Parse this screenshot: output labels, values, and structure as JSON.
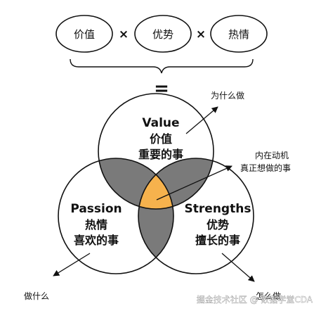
{
  "top_row": {
    "value": "价值",
    "strengths": "优势",
    "passion": "热情",
    "times1": "×",
    "times2": "×",
    "equals": "="
  },
  "venn": {
    "value": {
      "en": "Value",
      "cn1": "价值",
      "cn2": "重要的事"
    },
    "passion": {
      "en": "Passion",
      "cn1": "热情",
      "cn2": "喜欢的事"
    },
    "strengths": {
      "en": "Strengths",
      "cn1": "优势",
      "cn2": "擅长的事"
    }
  },
  "annotations": {
    "why": "为什么做",
    "center_line1": "内在动机",
    "center_line2": "真正想做的事",
    "what": "做什么",
    "how": "怎么做"
  },
  "watermark": "掘金技术社区 @ 数据学堂CDA",
  "colors": {
    "outline": "#111111",
    "overlap": "#7a7a7a",
    "center": "#f6b24d"
  }
}
